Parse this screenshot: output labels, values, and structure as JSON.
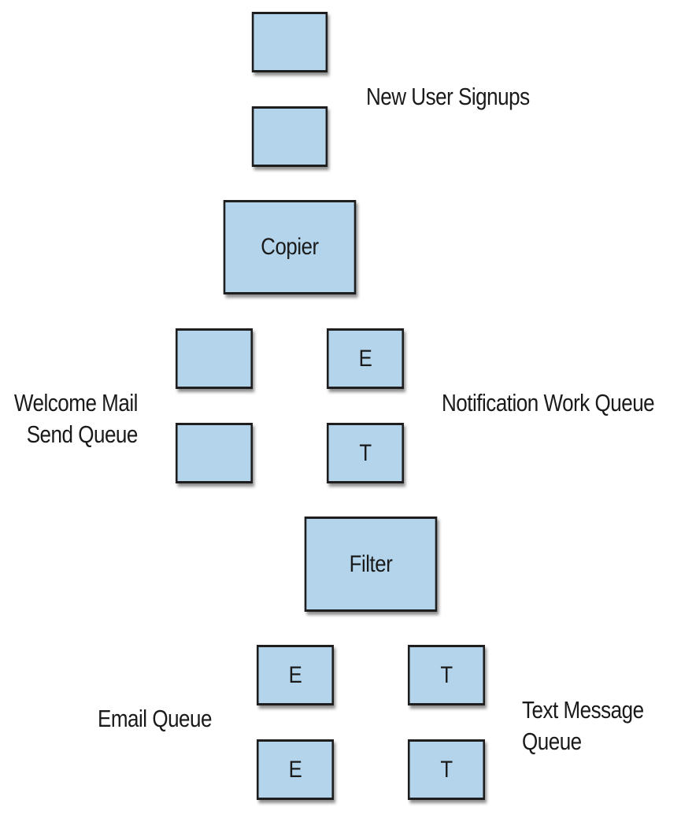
{
  "diagram": {
    "captions": {
      "new_user_signups": "New User Signups",
      "welcome_mail_line1": "Welcome Mail",
      "welcome_mail_line2": "Send Queue",
      "notification_work_queue": "Notification Work Queue",
      "email_queue": "Email Queue",
      "text_message_line1": "Text Message",
      "text_message_line2": "Queue"
    },
    "nodes": {
      "signup_1": "",
      "signup_2": "",
      "copier": "Copier",
      "welcome_1": "",
      "welcome_2": "",
      "notification_1": "E",
      "notification_2": "T",
      "filter": "Filter",
      "email_1": "E",
      "email_2": "E",
      "text_1": "T",
      "text_2": "T"
    },
    "colors": {
      "box_fill": "#b3d4ea",
      "box_border": "#1e1e1e",
      "text": "#1a1a1a"
    }
  }
}
